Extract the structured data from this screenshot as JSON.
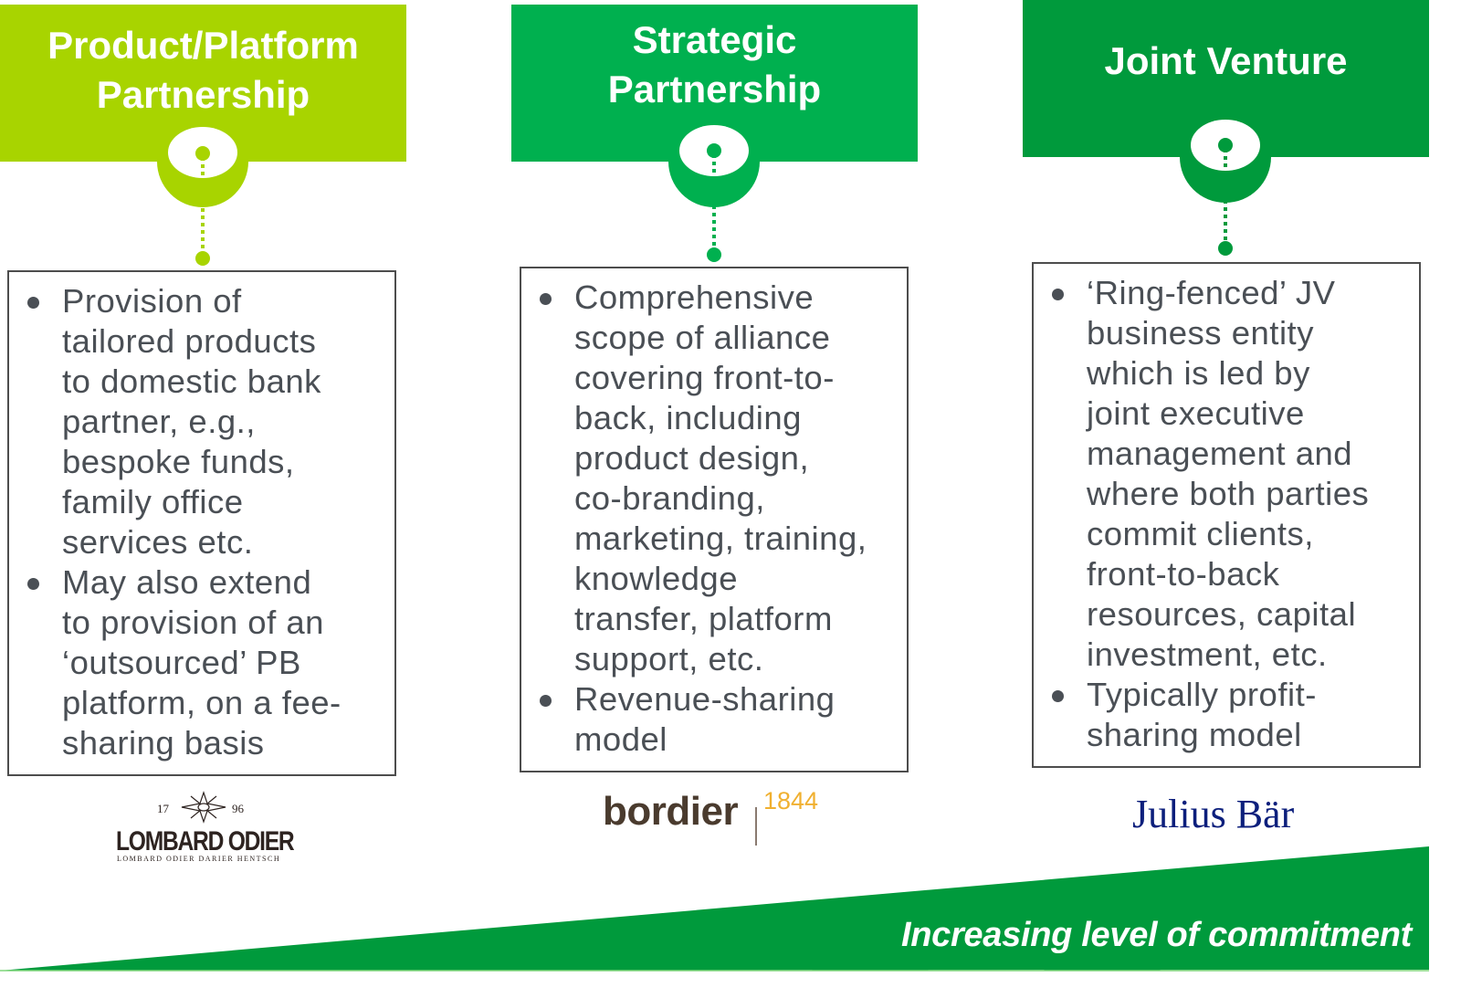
{
  "columns": [
    {
      "title": "Product/Platform\nPartnership",
      "color": "#a8d400",
      "bullets": [
        "Provision of\ntailored products\nto domestic bank\npartner, e.g.,\nbespoke funds,\nfamily office\nservices etc.",
        "May also extend\nto provision of an\n‘outsourced’ PB\nplatform, on a fee-\nsharing basis"
      ],
      "logo": {
        "name": "LOMBARD ODIER",
        "year_left": "17",
        "year_right": "96",
        "subtitle": "LOMBARD ODIER DARIER HENTSCH"
      }
    },
    {
      "title": "Strategic\nPartnership",
      "color": "#00b04f",
      "bullets": [
        "Comprehensive\nscope of alliance\ncovering front-to-\nback, including\nproduct design,\nco-branding,\nmarketing, training,\nknowledge\ntransfer, platform\nsupport, etc.",
        "Revenue-sharing\nmodel"
      ],
      "logo": {
        "name": "bordier",
        "year": "1844"
      }
    },
    {
      "title": "Joint Venture",
      "color": "#009a3c",
      "bullets": [
        "‘Ring-fenced’ JV\nbusiness entity\nwhich is led by\njoint executive\nmanagement and\nwhere both parties\ncommit clients,\nfront-to-back\nresources, capital\ninvestment, etc.",
        "Typically profit-\nsharing model"
      ],
      "logo": {
        "name": "Julius Bär"
      }
    }
  ],
  "footer": {
    "label": "Increasing level of commitment",
    "color": "#009a3c"
  }
}
